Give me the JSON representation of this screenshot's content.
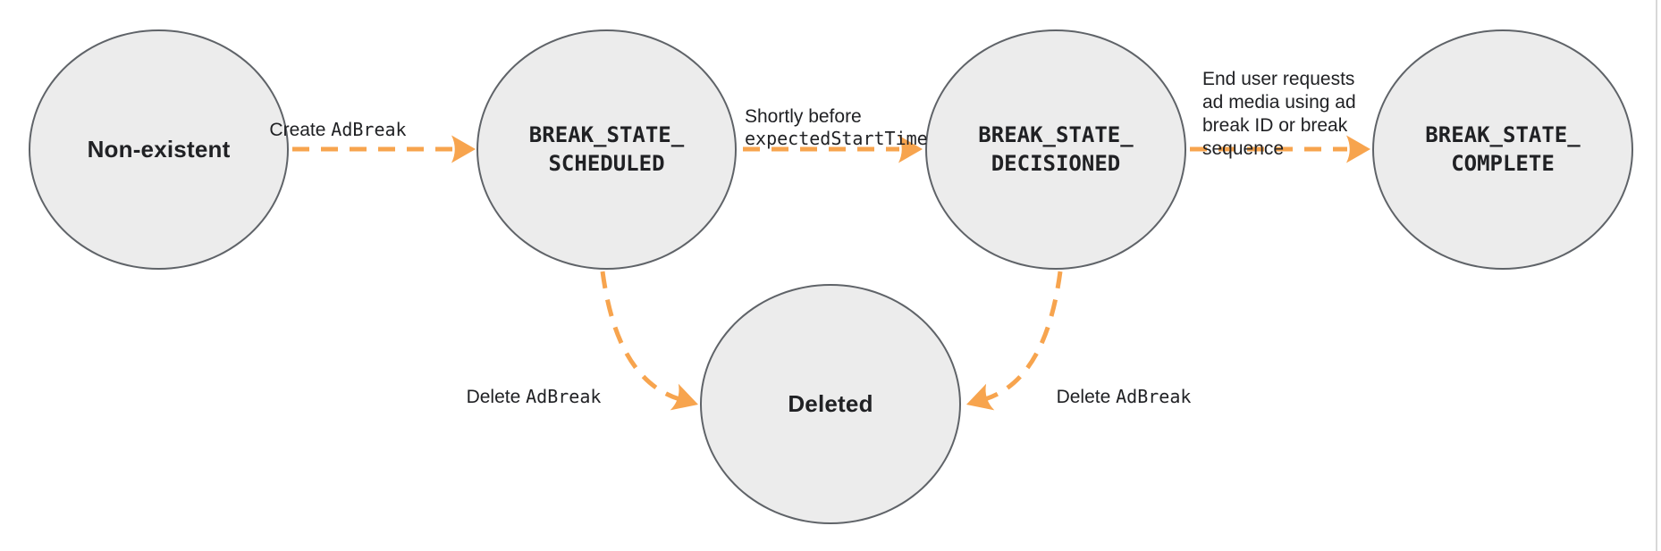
{
  "colors": {
    "background": "#ffffff",
    "node_fill": "#ececec",
    "node_border": "#5f6368",
    "arrow": "#f7a44e",
    "text": "#202124",
    "page_edge": "#d8d8d8"
  },
  "nodes": [
    {
      "id": "non-existent",
      "label": "Non-existent",
      "style": "plain"
    },
    {
      "id": "break-state-scheduled",
      "label": "BREAK_STATE_\nSCHEDULED",
      "style": "code"
    },
    {
      "id": "break-state-decisioned",
      "label": "BREAK_STATE_\nDECISIONED",
      "style": "code"
    },
    {
      "id": "break-state-complete",
      "label": "BREAK_STATE_\nCOMPLETE",
      "style": "code"
    },
    {
      "id": "deleted",
      "label": "Deleted",
      "style": "plain"
    }
  ],
  "edges": [
    {
      "from": "non-existent",
      "to": "break-state-scheduled",
      "label_plain": "Create ",
      "label_code": "AdBreak"
    },
    {
      "from": "break-state-scheduled",
      "to": "break-state-decisioned",
      "label_plain": "Shortly before\n",
      "label_code": "expectedStartTime"
    },
    {
      "from": "break-state-decisioned",
      "to": "break-state-complete",
      "label_plain": "End user requests\nad media using ad\nbreak ID or break\nsequence",
      "label_code": ""
    },
    {
      "from": "break-state-scheduled",
      "to": "deleted",
      "label_plain": "Delete ",
      "label_code": "AdBreak"
    },
    {
      "from": "break-state-decisioned",
      "to": "deleted",
      "label_plain": "Delete ",
      "label_code": "AdBreak"
    }
  ]
}
